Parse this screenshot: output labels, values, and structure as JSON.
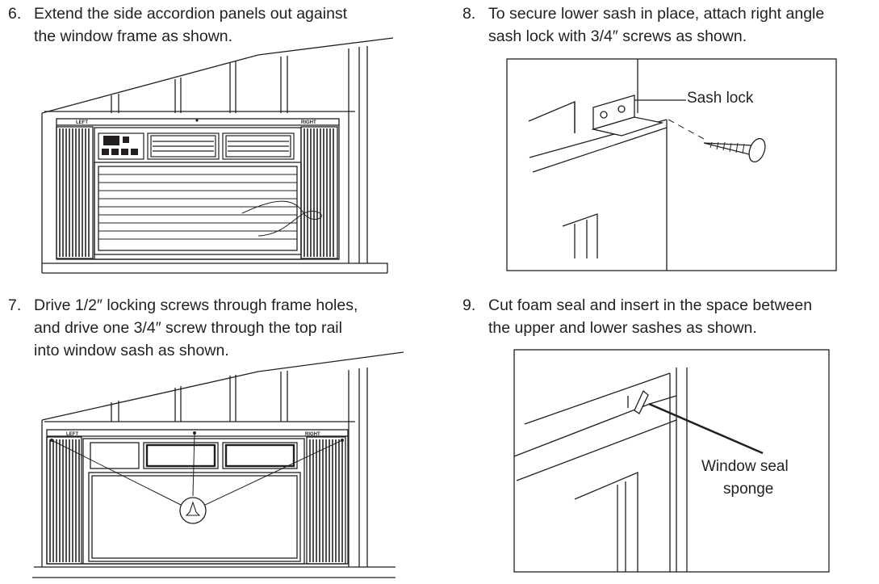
{
  "steps": {
    "s6": {
      "num": "6.",
      "line1": "Extend the side accordion panels out against",
      "line2": "the window frame as shown."
    },
    "s8": {
      "num": "8.",
      "line1": "To secure lower sash in place, attach right angle",
      "line2": "sash lock with 3/4″ screws as shown."
    },
    "s7": {
      "num": "7.",
      "line1": "Drive 1/2″ locking screws through frame holes,",
      "line2": "and drive one 3/4″ screw through the top rail",
      "line3": "into window sash as shown."
    },
    "s9": {
      "num": "9.",
      "line1": "Cut foam seal and insert in the space between",
      "line2": "the upper and lower sashes as shown."
    }
  },
  "figures": {
    "fig6": {
      "left_tag": "LEFT",
      "right_tag": "RIGHT"
    },
    "fig7": {
      "left_tag": "LEFT",
      "right_tag": "RIGHT"
    },
    "fig8": {
      "callout": "Sash lock"
    },
    "fig9": {
      "callout_line1": "Window seal",
      "callout_line2": "sponge"
    }
  }
}
